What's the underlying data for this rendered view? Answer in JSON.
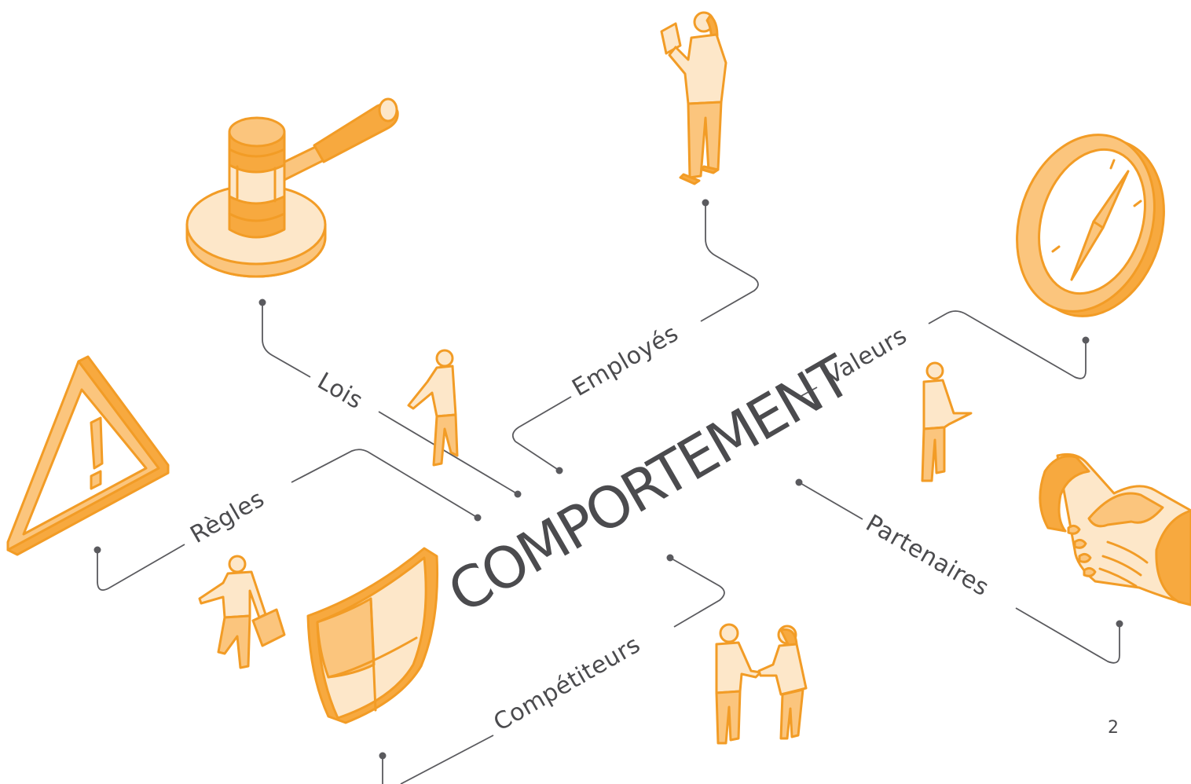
{
  "center_label": "COMPORTEMENT",
  "labels": {
    "lois": "Lois",
    "employes": "Employés",
    "valeurs": "Valeurs",
    "regles": "Règles",
    "partenaires": "Partenaires",
    "competiteurs": "Compétiteurs"
  },
  "page_number": "2",
  "colors": {
    "accent_orange": "#f29c26",
    "light_orange": "#fde7c9",
    "mid_orange": "#fbc57d",
    "text_gray": "#4b4b4e",
    "line_gray": "#5a5a5e"
  },
  "icons": [
    "gavel-icon",
    "warning-triangle-icon",
    "compass-icon",
    "handshake-icon",
    "shield-icon"
  ]
}
